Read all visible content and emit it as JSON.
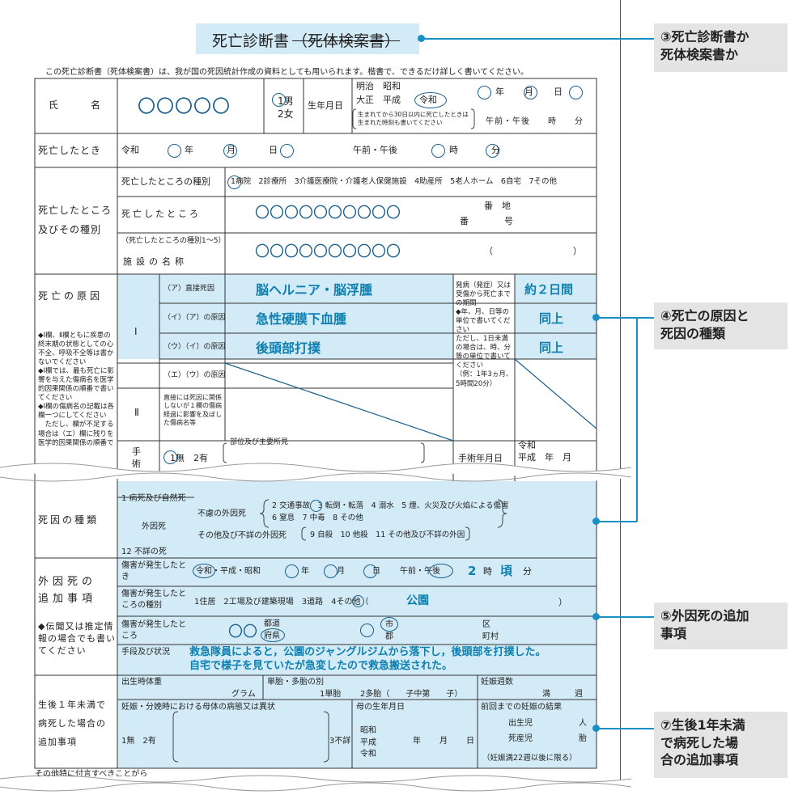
{
  "doc": {
    "title": "死亡診断書",
    "title_struck": "（死体検案書）",
    "intro": "この死亡診断書（死体検案書）は、我が国の死因統計作成の資料としても用いられます。楷書で、できるだけ詳しく書いてください。"
  },
  "row_name": {
    "label": "氏　　　名",
    "name_circles": "〇〇〇〇〇",
    "sex_1": "1男",
    "sex_2": "2女",
    "dob_label": "生年月日",
    "era_1": "明治　昭和",
    "era_2": "大正　平成",
    "era_reiwa": "令和",
    "dob_units": "年　　月　　日",
    "note": "生まれてから30日以内に死亡したときは生まれた時刻も書いてください",
    "time": "午前・午後　　時　　分"
  },
  "row_death_time": {
    "label": "死亡したとき",
    "era": "令和",
    "units": "年　　　月　　　日",
    "ampm": "午前・午後",
    "time_units": "時　　　分"
  },
  "row_place": {
    "label": "死亡したところ\n及びその種別",
    "type_label": "死亡したところの種別",
    "types": "1病院　2診療所　3介護医療院・介護老人保健施設　4助産所　5老人ホーム　6自宅　7その他",
    "place_label": "死亡したところ",
    "place_circles": "〇〇〇〇〇〇〇〇〇〇",
    "banchi": "番　地",
    "ban_go": "番　　　　号",
    "facility_note": "（死亡したところの種別1〜5）",
    "facility_label": "施設の名称",
    "facility_circles": "〇〇〇〇〇〇〇〇〇〇",
    "paren": "（　　　　　　　　　）"
  },
  "row_cause": {
    "label": "死亡の原因",
    "notes": "◆Ⅰ欄、Ⅱ欄ともに疾患の終末期の状態としての心不全、呼吸不全等は書かないでください\n◆Ⅰ欄では、最も死亡に影響を与えた傷病名を医学的因果関係の順番で書いてください\n◆Ⅰ欄の傷病名の記載は各欄一つにしてください\n　ただし、欄が不足する場合は（エ）欄に残りを医学的因果関係の順番で",
    "roman_1": "Ⅰ",
    "roman_2": "Ⅱ",
    "sub_a": "（ア）直接死因",
    "sub_i": "（イ）（ア）の原因",
    "sub_u": "（ウ）（イ）の原因",
    "sub_e": "（エ）（ウ）の原因",
    "sub_2": "直接には死因に関係しないが１欄の傷病経過に影響を及ぼした傷病名等",
    "cause_a": "脳ヘルニア・脳浮腫",
    "cause_i": "急性硬膜下血腫",
    "cause_u": "後頭部打撲",
    "onset_note": "発病（発症）又は受傷から死亡までの期間\n◆年、月、日等の単位で書いてください\nただし、1日未満の場合は、時、分等の単位で書いてください\n（例：1年3ヵ月、5時間20分）",
    "dur_a": "約２日間",
    "dur_i": "同上",
    "dur_u": "同上",
    "surgery_label": "手術",
    "surgery_opts": "1無　2有",
    "surgery_site": "部位及び主要所見",
    "surgery_date": "手術年月日",
    "surgery_era": "令和\n平成　年　月"
  },
  "row_kind": {
    "label": "死因の種類",
    "k1": "1 病死及び自然死",
    "external": "外因死",
    "unexpected": "不慮の外因死",
    "k2_5": "2 交通事故　3 転倒・転落　4 溺水　5 煙、火災及び火焰による傷害",
    "k6_8": "6 窒息　7 中毒　8 その他",
    "other_external": "その他及び不詳の外因死",
    "k9_11": "9 自殺　10 他殺　11 その他及び不詳の外因",
    "k12": "12 不詳の死"
  },
  "row_external": {
    "label": "外因死の\n追加事項",
    "bullet": "◆伝聞又は推定情報の場合でも書いてください",
    "when_label": "傷害が発生したとき",
    "when_era": "令和・平成・昭和",
    "when_units": "年　　　月　　　日",
    "when_ampm": "午前・午後",
    "when_hour": "2",
    "when_hour_unit": "時",
    "when_approx": "頃",
    "when_min": "分",
    "type_label": "傷害が発生したところの種別",
    "types": "1住居　2工場及び建築現場　3道路　4その他（",
    "type_value": "公園",
    "type_close": "）",
    "where_label": "傷害が発生したところ",
    "where_circles": "〇〇",
    "todo": "都道",
    "fuken": "府県",
    "shi": "市",
    "gun": "郡",
    "ku": "区",
    "machimura": "町村",
    "method_label": "手段及び状況",
    "method_value": "救急隊員によると，公園のジャングルジムから落下し，後頭部を打撲した。\n自宅で様子を見ていたが急変したので救急搬送された。"
  },
  "row_infant": {
    "label": "生後１年未満で\n病死した場合の\n追加事項",
    "birth_weight": "出生時体重",
    "gram": "グラム",
    "multiple": "単胎・多胎の別",
    "single": "1単胎",
    "multi": "2多胎（　　子中第　　子）",
    "weeks": "妊娠週数",
    "weeks_unit": "満　　　週",
    "mother_cond": "妊娠・分娩時における母体の病態又は異状",
    "mc_opts": "1無　2有",
    "mc_unknown": "3不詳",
    "mother_dob": "母の生年月日",
    "mother_era": "昭和\n平成\n令和",
    "mother_units": "年　　月　　日",
    "prev": "前回までの妊娠の結果",
    "born_alive": "出生児",
    "born_unit": "人",
    "stillborn": "死産児",
    "still_unit": "胎",
    "prev_note": "（妊娠満22週以後に限る）"
  },
  "row_other": {
    "label": "その他特に付言すべきことがら"
  },
  "callouts": {
    "c3": "③死亡診断書か\n死体検案書か",
    "c4": "④死亡の原因と\n死因の種類",
    "c5": "⑤外因死の追加\n事項",
    "c7": "⑦生後1年未満\nで病死した場\n合の追加事項"
  }
}
